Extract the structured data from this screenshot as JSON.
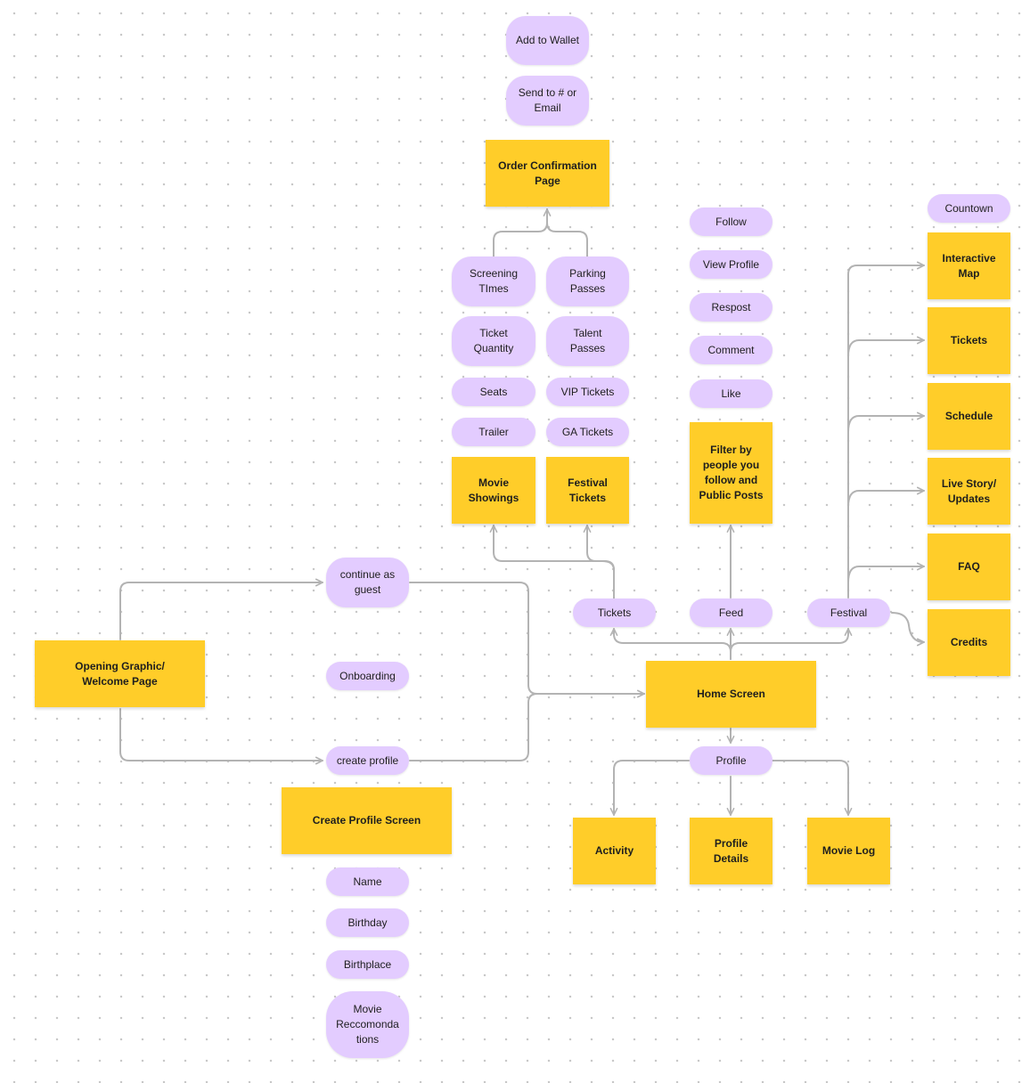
{
  "colors": {
    "pill": "#e3ccff",
    "sticky": "#ffcd29",
    "connector": "#b3b3b3",
    "text": "#1e1e1e"
  },
  "nodes": {
    "add_to_wallet": "Add to Wallet",
    "send_to_email": "Send to # or\nEmail",
    "order_confirmation": "Order Confirmation\nPage",
    "screening_times": "Screening\nTImes",
    "parking_passes": "Parking\nPasses",
    "ticket_quantity": "Ticket\nQuantity",
    "talent_passes": "Talent\nPasses",
    "seats": "Seats",
    "vip_tickets": "VIP Tickets",
    "trailer": "Trailer",
    "ga_tickets": "GA Tickets",
    "movie_showings": "Movie\nShowings",
    "festival_tickets": "Festival\nTickets",
    "follow": "Follow",
    "view_profile": "View Profile",
    "respost": "Respost",
    "comment": "Comment",
    "like": "Like",
    "filter_by": "Filter by\npeople you\nfollow and\nPublic Posts",
    "countown": "Countown",
    "interactive_map": "Interactive\nMap",
    "tickets_festival": "Tickets",
    "schedule": "Schedule",
    "live_story": "Live Story/\nUpdates",
    "faq": "FAQ",
    "credits": "Credits",
    "continue_as_guest": "continue as\nguest",
    "onboarding": "Onboarding",
    "opening_graphic": "Opening Graphic/\nWelcome Page",
    "tickets_hub": "Tickets",
    "feed": "Feed",
    "festival_hub": "Festival",
    "home_screen": "Home Screen",
    "create_profile": "create profile",
    "profile": "Profile",
    "create_profile_screen": "Create Profile Screen",
    "activity": "Activity",
    "profile_details": "Profile\nDetails",
    "movie_log": "Movie Log",
    "name": "Name",
    "birthday": "Birthday",
    "birthplace": "Birthplace",
    "movie_recommendations": "Movie\nReccomonda\ntions"
  }
}
